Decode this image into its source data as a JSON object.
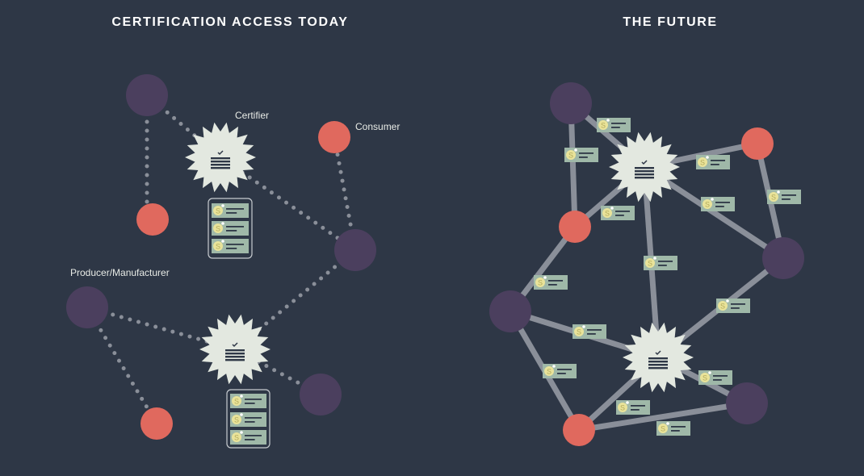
{
  "left_panel": {
    "title": "CERTIFICATION ACCESS TODAY",
    "labels": {
      "certifier": "Certifier",
      "consumer": "Consumer",
      "producer": "Producer/Manufacturer"
    }
  },
  "right_panel": {
    "title": "THE FUTURE"
  },
  "card_coin_symbol": "S",
  "colors": {
    "background": "#2e3746",
    "producer": "#4b3f5e",
    "consumer": "#e0695e",
    "certifier": "#e3e8e0",
    "card": "#9fb8a8",
    "coin": "#e9e39a",
    "link": "#8a8f99"
  }
}
